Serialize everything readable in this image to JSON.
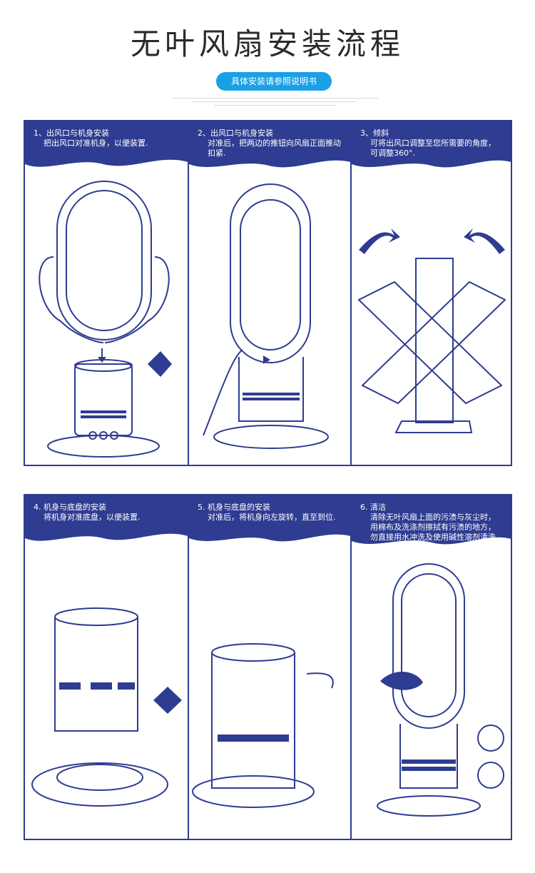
{
  "page": {
    "title": "无叶风扇安装流程",
    "subtitle": "具体安装请参照说明书"
  },
  "steps": [
    {
      "heading": "1、出风口与机身安装",
      "body": "把出风口对准机身，以便装置."
    },
    {
      "heading": "2、出风口与机身安装",
      "body": "对准后，把两边的推钮向风扇正面推动扣紧."
    },
    {
      "heading": "3、倾斜",
      "body": "可将出风口调整至您所需要的角度，可调整360°."
    },
    {
      "heading": "4. 机身与底盘的安装",
      "body": "将机身对准底盘，以便装置."
    },
    {
      "heading": "5. 机身与底盘的安装",
      "body": "对准后，将机身向左旋转，直至到位."
    },
    {
      "heading": "6. 清洁",
      "body": "清除无叶风扇上面的污渍与灰尘时，用棉布及洗涤剂擦拭有污渍的地方，勿直接用水冲洗及使用碱性溶剂清洗."
    }
  ],
  "colors": {
    "accent": "#1aa0e6",
    "navy": "#2e3c91"
  }
}
